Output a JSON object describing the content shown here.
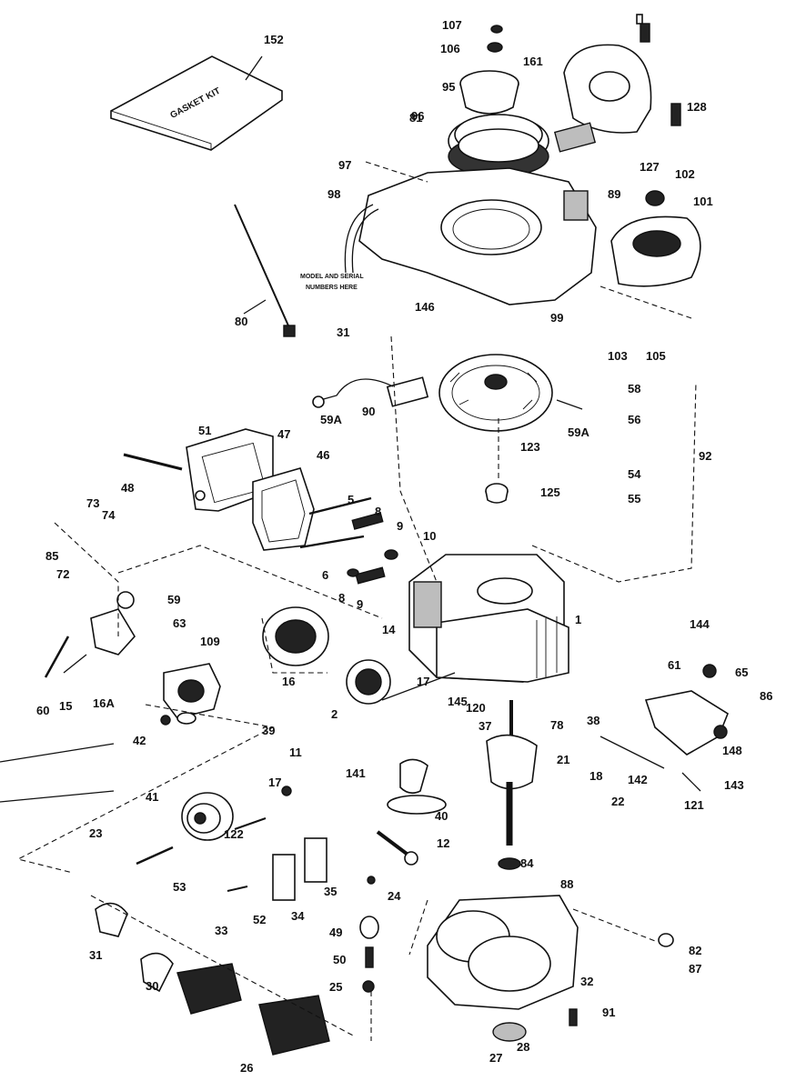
{
  "gasket_kit_label": "GASKET KIT",
  "blower_housing_text": [
    "MODEL AND SERIAL",
    "NUMBERS HERE"
  ],
  "part_labels": [
    "152",
    "107",
    "106",
    "95",
    "81",
    "161",
    "97",
    "128",
    "127",
    "98",
    "96",
    "89",
    "102",
    "101",
    "80",
    "146",
    "31",
    "99",
    "103",
    "105",
    "90",
    "59A",
    "58",
    "56",
    "59A",
    "123",
    "51",
    "47",
    "46",
    "48",
    "92",
    "54",
    "55",
    "5",
    "73",
    "74",
    "8",
    "9",
    "125",
    "85",
    "72",
    "6",
    "8",
    "9",
    "10",
    "59",
    "63",
    "109",
    "14",
    "1",
    "144",
    "61",
    "65",
    "60",
    "15",
    "16A",
    "16",
    "2",
    "17",
    "145",
    "120",
    "86",
    "42",
    "37",
    "38",
    "78",
    "39",
    "11",
    "21",
    "141",
    "148",
    "143",
    "142",
    "121",
    "41",
    "17",
    "18",
    "22",
    "40",
    "122",
    "23",
    "12",
    "84",
    "53",
    "52",
    "34",
    "35",
    "24",
    "88",
    "33",
    "49",
    "82",
    "31",
    "50",
    "87",
    "30",
    "25",
    "32",
    "91",
    "26",
    "27",
    "28"
  ]
}
